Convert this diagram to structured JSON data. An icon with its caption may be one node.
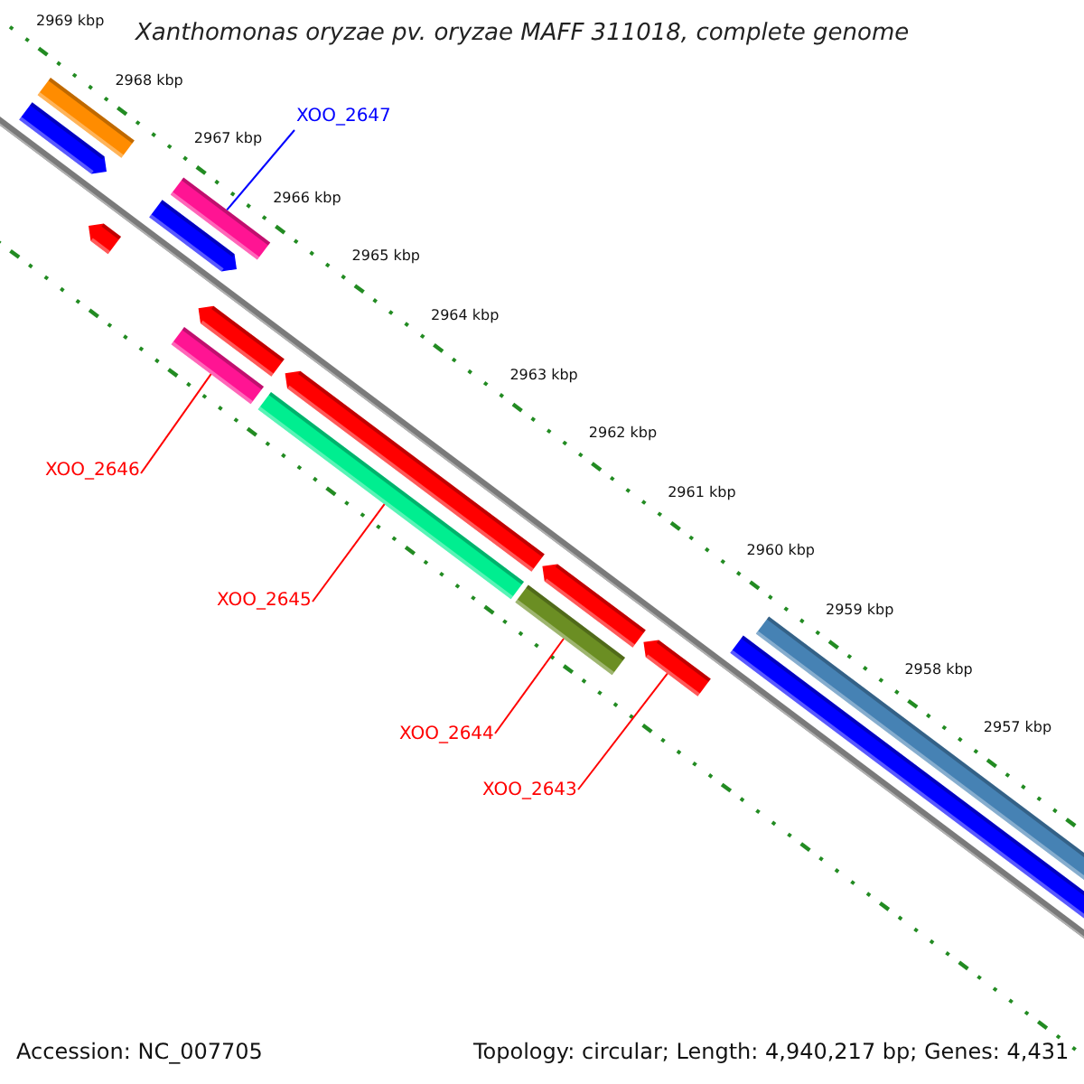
{
  "diagram": {
    "title": "Xanthomonas oryzae pv. oryzae MAFF 311018, complete genome",
    "nodes": [
      {
        "text": [
          "XOO_2647"
        ]
      },
      {
        "text": [],
        "shape": "bar"
      },
      {
        "text": [
          "XOO_2646"
        ]
      },
      {
        "text": [],
        "shape": "bar"
      },
      {
        "text": [
          "XOO_2645"
        ]
      },
      {
        "text": [],
        "shape": "bar"
      },
      {
        "text": [
          "XOO_2644"
        ]
      },
      {
        "text": [],
        "shape": "bar"
      },
      {
        "text": [
          "XOO_2643"
        ]
      },
      {
        "text": [],
        "shape": "bar"
      }
    ],
    "edges": [
      {
        "from": 0,
        "to": 1,
        "arrow": "none",
        "color": "#0000ff"
      },
      {
        "from": 2,
        "to": 3,
        "arrow": "none"
      },
      {
        "from": 4,
        "to": 5,
        "arrow": "none"
      },
      {
        "from": 6,
        "to": 7,
        "arrow": "none"
      },
      {
        "from": 8,
        "to": 9,
        "arrow": "none"
      }
    ],
    "labels": [
      "2969 kbp",
      "2968 kbp",
      "2967 kbp",
      "2966 kbp",
      "2965 kbp",
      "2964 kbp",
      "2963 kbp",
      "2962 kbp",
      "2961 kbp",
      "2960 kbp",
      "2959 kbp",
      "2958 kbp",
      "2957 kbp",
      "Accession: NC_007705",
      "Topology: circular; Length: 4,940,217 bp; Genes: 4,431"
    ]
  }
}
